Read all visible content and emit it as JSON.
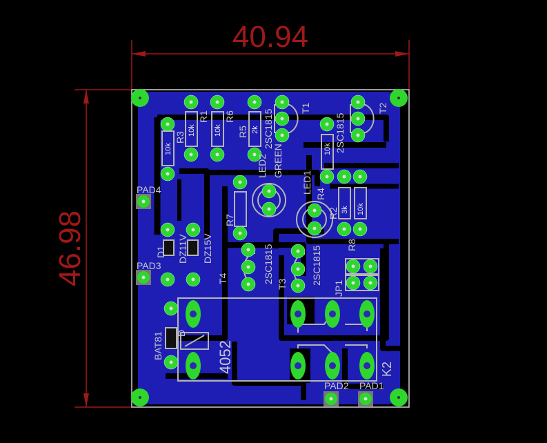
{
  "dimensions": {
    "width": "40.94",
    "height": "46.98"
  },
  "colors": {
    "copper": "#1e1eb4",
    "pad": "#2ed62e",
    "dimension": "#a01818",
    "silk": "#b4b4b4",
    "background": "#000000"
  },
  "components": {
    "R1": {
      "name": "R1",
      "value": "10k"
    },
    "R3": {
      "name": "R3",
      "value": "10k"
    },
    "R6": {
      "name": "R6",
      "value": "10k"
    },
    "R5": {
      "name": "R5",
      "value": "2k"
    },
    "R4": {
      "name": "R4",
      "value": "10k"
    },
    "R2": {
      "name": "R2",
      "value": "3k"
    },
    "R8": {
      "name": "R8",
      "value": "10k"
    },
    "R7": {
      "name": "R7"
    },
    "T1": {
      "name": "T1",
      "value": "2SC1815"
    },
    "T2": {
      "name": "T2",
      "value": "2SC1815"
    },
    "T3": {
      "name": "T3",
      "value": "2SC1815"
    },
    "T4": {
      "name": "T4",
      "value": "2SC1815"
    },
    "LED1": {
      "name": "LED1"
    },
    "LED2": {
      "name": "LED2",
      "value": "GREEN"
    },
    "D1": {
      "name": "D1",
      "value": "DZ11V"
    },
    "D2": {
      "value": "DZ15V"
    },
    "D3": {
      "name": "D",
      "value": "BAT81"
    },
    "K2": {
      "name": "K2",
      "value": "4052"
    },
    "JP1": {
      "name": "JP1"
    },
    "PAD1": {
      "name": "PAD1"
    },
    "PAD2": {
      "name": "PAD2"
    },
    "PAD3": {
      "name": "PAD3"
    },
    "PAD4": {
      "name": "PAD4"
    }
  }
}
